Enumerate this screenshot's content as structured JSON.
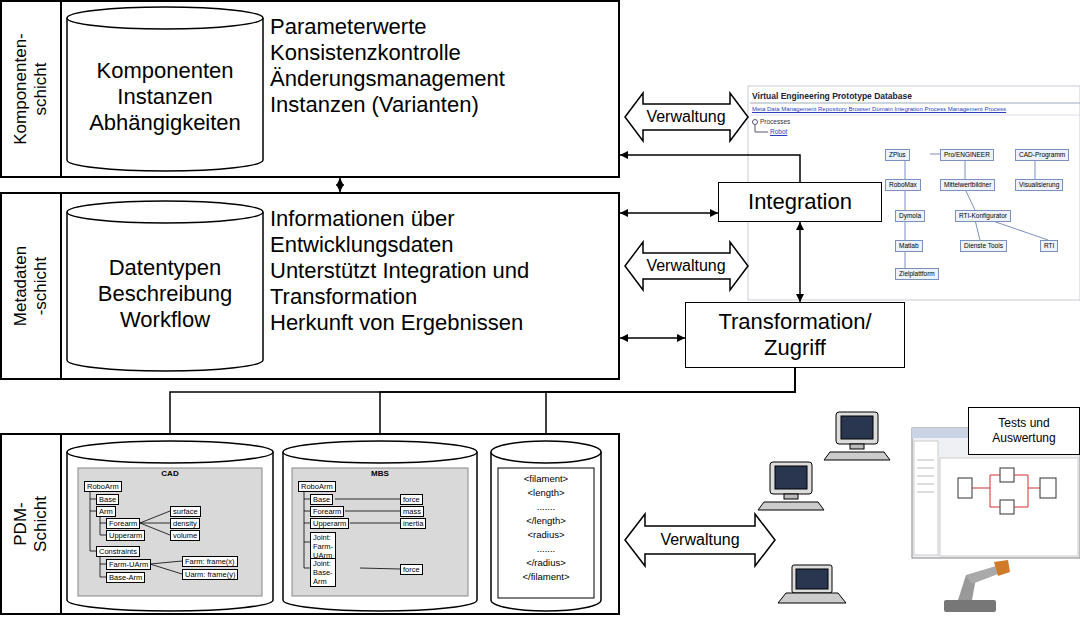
{
  "diagram": {
    "nodes": [
      {
        "text": [
          "Komponenten- schicht",
          "Parameterwerte",
          "Konsistenzkontrolle",
          "Änderungsmanagement",
          "Instanzen (Varianten)"
        ]
      },
      {
        "text": [
          "Komponenten Instanzen Abhängigkeiten"
        ],
        "in": 0
      },
      {
        "text": [
          "Metadaten -schicht",
          "Informationen über Entwicklungsdaten",
          "Unterstützt Integration und Transformation",
          "Herkunft von Ergebnissen"
        ]
      },
      {
        "text": [
          "Datentypen Beschreibung Workflow"
        ],
        "in": 2
      },
      {
        "text": [
          "Integration"
        ]
      },
      {
        "text": [
          "Transformation/ Zugriff"
        ]
      },
      {
        "text": [
          "PDM- Schicht"
        ]
      },
      {
        "text": [
          "CAD"
        ],
        "in": 6
      },
      {
        "text": [
          "MBS"
        ],
        "in": 6
      },
      {
        "text": [
          "<filament>",
          "<length>",
          ".......",
          "</length>",
          "<radius>",
          ".......",
          "</radius>",
          "</filament>"
        ],
        "in": 6
      }
    ],
    "edges": [
      {
        "from": 0,
        "to": 2,
        "arrow": "both"
      },
      {
        "from": 4,
        "to": 0,
        "arrow": "to"
      },
      {
        "from": 2,
        "to": 4,
        "arrow": "both"
      },
      {
        "from": 4,
        "to": 5,
        "arrow": "both"
      },
      {
        "from": 2,
        "to": 5,
        "arrow": "both"
      },
      {
        "from": 5,
        "to": 7,
        "arrow": "to"
      },
      {
        "from": 5,
        "to": 8,
        "arrow": "to"
      },
      {
        "from": 5,
        "to": 9,
        "arrow": "to"
      }
    ],
    "labels": [
      "Verwaltung",
      "Virtual Engineering Prototype Database",
      "Meta Data Management Repository Browser Domain Integration Process Management Process",
      "Processes",
      "Robot",
      "ZPlus",
      "Pro/ENGINEER",
      "CAD-Programm",
      "RoboMax",
      "Mittelwertbildner",
      "Visualisierung",
      "Dymola",
      "RTI-Konfigurator",
      "Matlab",
      "Dienste Tools",
      "RTI",
      "Zielplattform",
      "Verwaltung",
      "RoboArm",
      "Base",
      "Arm",
      "Forearm",
      "Upperarm",
      "surface",
      "density",
      "volume",
      "Constraints",
      "Farm-UArm",
      "Base-Arm",
      "Farm: frame(x)",
      "Uarm: frame(y)",
      "RoboArm",
      "Base",
      "Forearm",
      "Upperarm",
      "force",
      "mass",
      "inertia",
      "Joint: Farm-UArm",
      "Joint: Base-Arm",
      "force",
      "Tests und Auswertung",
      "Verwaltung"
    ]
  }
}
